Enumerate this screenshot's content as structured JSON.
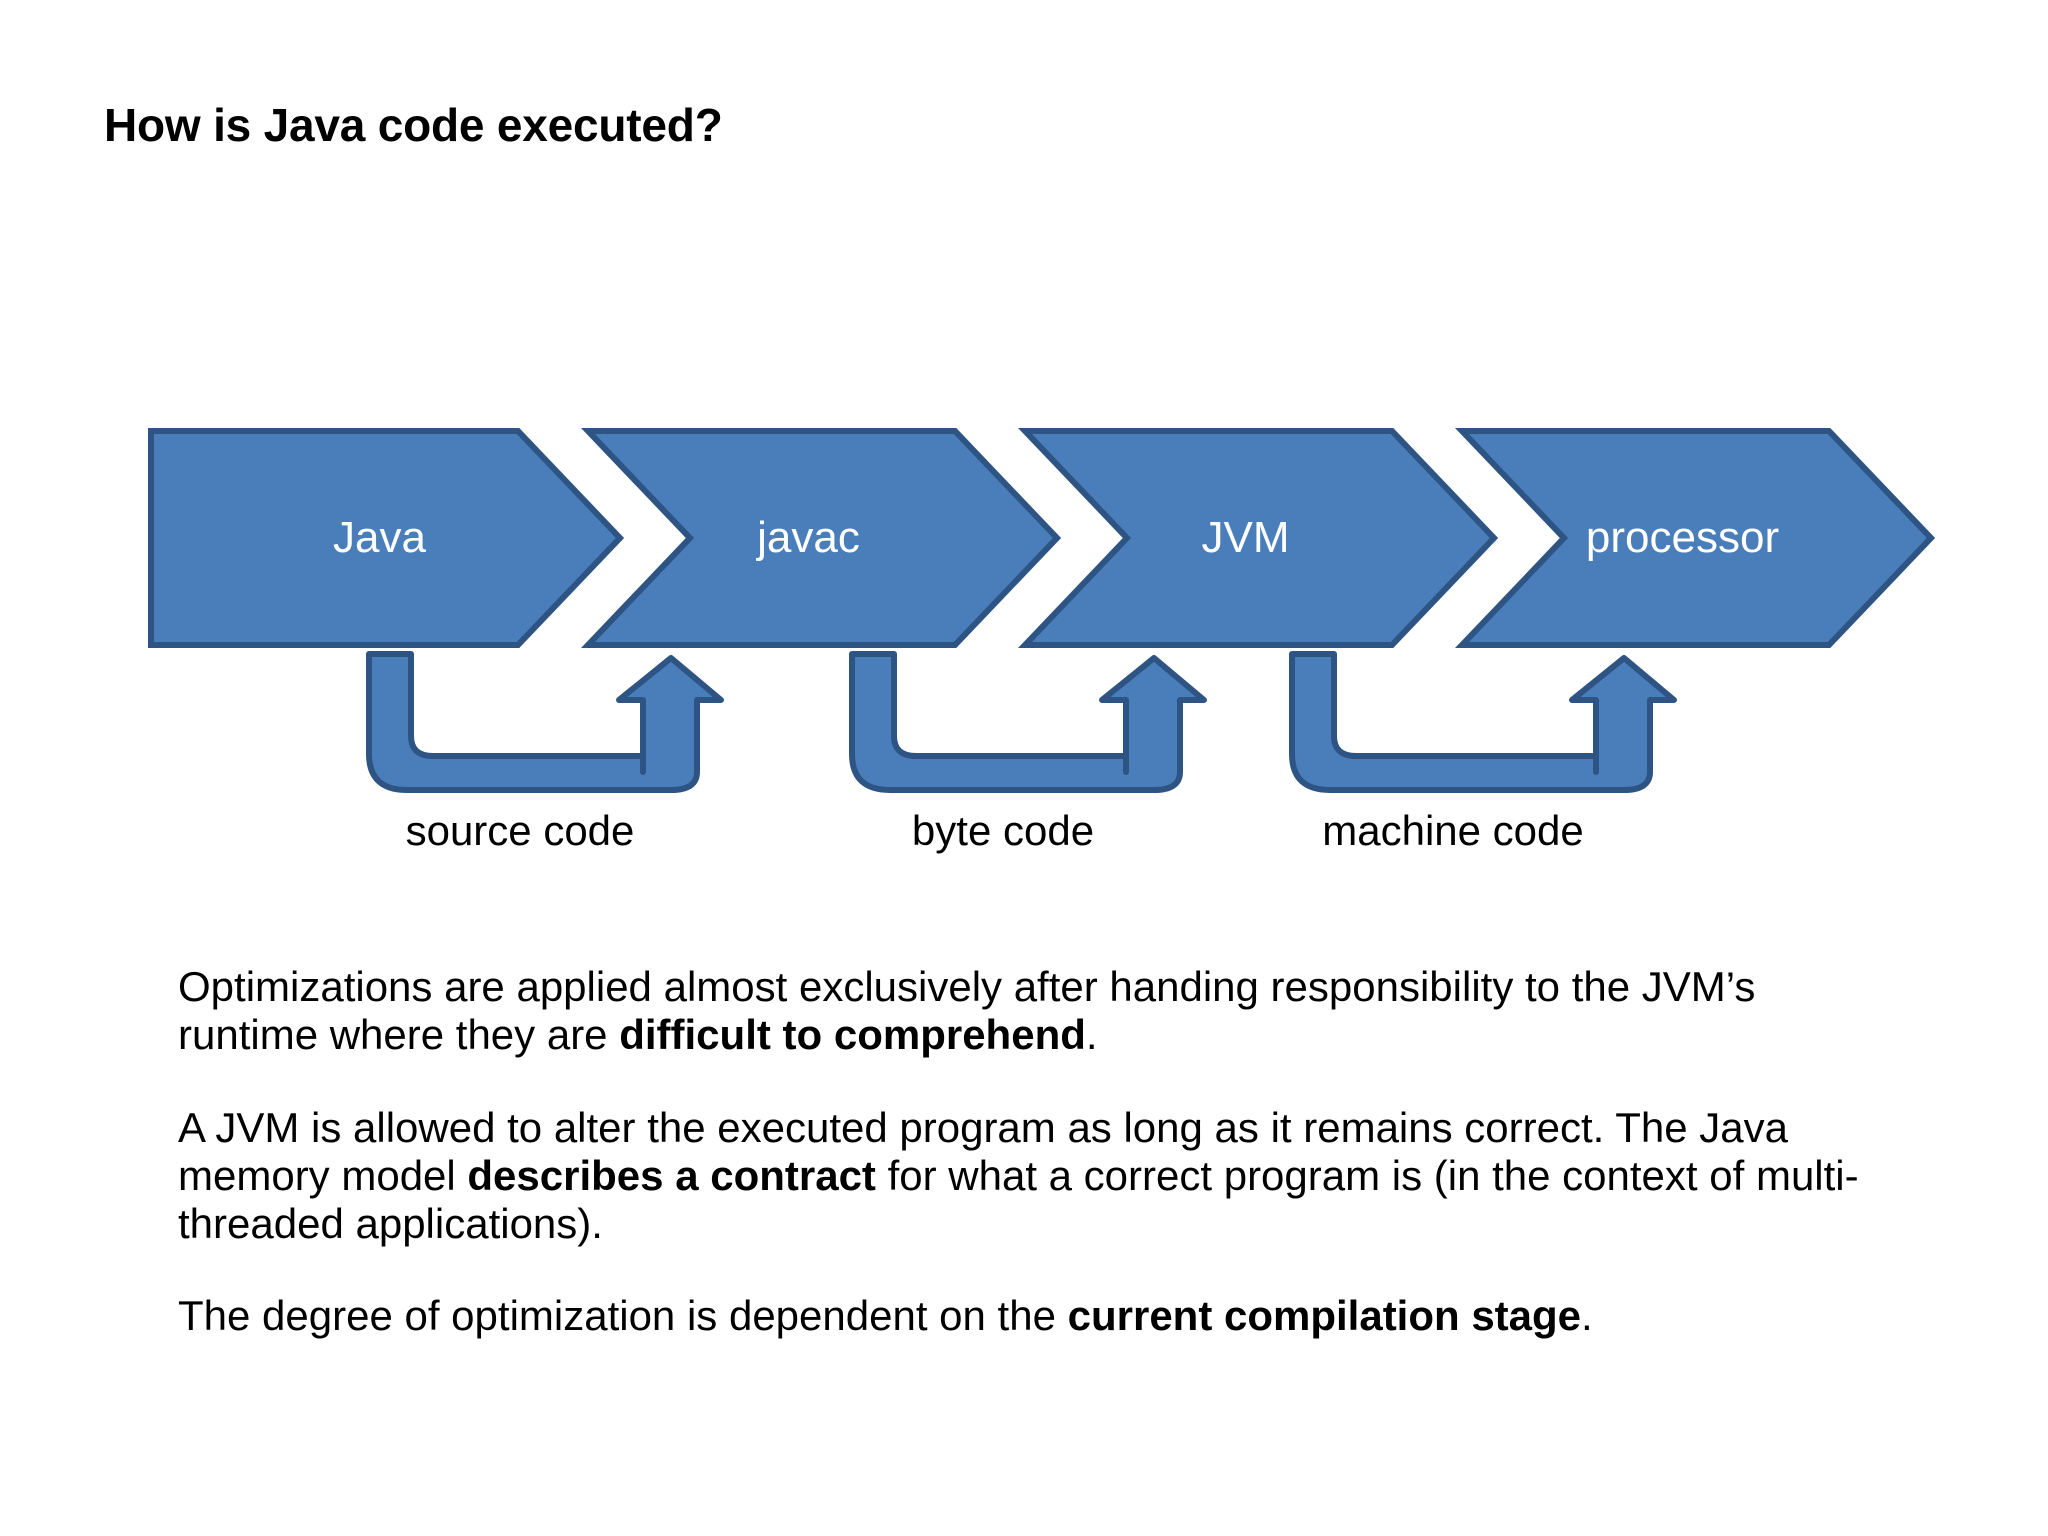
{
  "slide": {
    "title": "How is Java code executed?",
    "background_color": "#ffffff"
  },
  "colors": {
    "chevron_fill": "#4a7ebb",
    "chevron_fill_light": "#5b8cc4",
    "chevron_border": "#2e5484",
    "arrow_fill": "#4a7ebb",
    "arrow_border": "#2e5484",
    "chevron_text": "#ffffff",
    "body_text": "#000000"
  },
  "pipeline": {
    "stages": [
      {
        "label": "Java"
      },
      {
        "label": "javac"
      },
      {
        "label": "JVM"
      },
      {
        "label": "processor"
      }
    ]
  },
  "transitions": [
    {
      "caption": "source code"
    },
    {
      "caption": "byte code"
    },
    {
      "caption": "machine code"
    }
  ],
  "body": {
    "paragraphs": [
      {
        "runs": [
          {
            "text": "Optimizations are applied almost exclusively after handing responsibility to the JVM’s runtime where they are ",
            "bold": false
          },
          {
            "text": "difficult to comprehend",
            "bold": true
          },
          {
            "text": ".",
            "bold": false
          }
        ]
      },
      {
        "runs": [
          {
            "text": "A JVM is allowed to alter the executed program as long as it remains correct. The Java memory model ",
            "bold": false
          },
          {
            "text": "describes a contract",
            "bold": true
          },
          {
            "text": " for what a correct program is (in the context of multi-threaded applications).",
            "bold": false
          }
        ]
      },
      {
        "runs": [
          {
            "text": "The degree of optimization is dependent on the ",
            "bold": false
          },
          {
            "text": "current compilation stage",
            "bold": true
          },
          {
            "text": ".",
            "bold": false
          }
        ]
      }
    ]
  }
}
